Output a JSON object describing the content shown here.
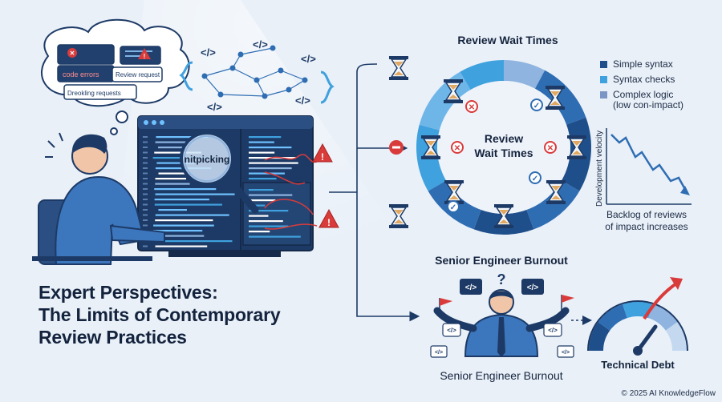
{
  "thought_bubble": {
    "code_errors": "code errors",
    "review_request": "Review request",
    "drekling_requests": "Dreokling requests"
  },
  "code_symbols": [
    "</>",
    "</>",
    "</>",
    "</>",
    "</>"
  ],
  "magnifier_label": "nitpicking",
  "main_title": {
    "line1": "Expert Perspectives:",
    "line2": "The Limits of Contemporary",
    "line3": "Review Practices"
  },
  "review_ring": {
    "heading": "Review Wait Times",
    "center_line1": "Review",
    "center_line2": "Wait Times"
  },
  "legend": [
    {
      "label": "Simple syntax",
      "color": "#1f4f8a"
    },
    {
      "label": "Syntax checks",
      "color": "#3fa1de"
    },
    {
      "label": "Complex logic",
      "color": "#7a96c4"
    },
    {
      "label": "(low con-impact)",
      "color": ""
    }
  ],
  "chart_data": {
    "type": "line",
    "ylabel": "Development velocity",
    "caption_line1": "Backlog of reviews",
    "caption_line2": "of impact increases",
    "trend": "decreasing"
  },
  "burnout": {
    "heading": "Senior Engineer Burnout",
    "caption": "Senior Engineer Burnout"
  },
  "gauge": {
    "label": "Technical Debt"
  },
  "footer": {
    "copyright": "© 2025 AI KnowledgeFlow"
  },
  "colors": {
    "navy": "#1d3a66",
    "blue": "#2f6db3",
    "light_blue": "#3fa1de",
    "alert_red": "#d93b3b",
    "ring_segment": "#8fb4e0",
    "background": "#e9f0f8"
  }
}
